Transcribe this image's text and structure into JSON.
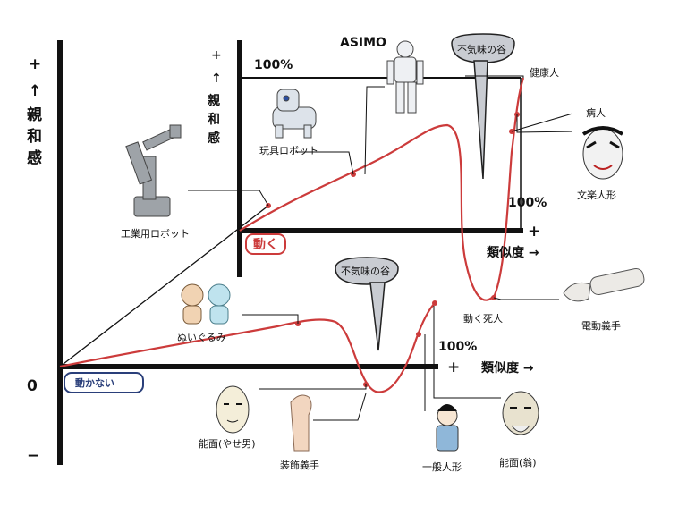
{
  "outer": {
    "y_plus": "+",
    "y_arrow": "↑",
    "y_label_chars": [
      "親",
      "和",
      "感"
    ],
    "origin": "0",
    "y_minus": "−",
    "x_plus": "+",
    "x_label": "類似度 →",
    "x_100": "100%",
    "static_tag": "動かない",
    "valley": "不気味の谷"
  },
  "inner": {
    "y_plus": "+",
    "y_arrow": "↑",
    "y_label_chars": [
      "親",
      "和",
      "感"
    ],
    "y_100": "100%",
    "x_plus": "+",
    "x_label": "類似度 →",
    "x_100": "100%",
    "moving_tag": "動く",
    "valley": "不気味の谷"
  },
  "labels": {
    "asimo": "ASIMO",
    "healthy": "健康人",
    "sick": "病人",
    "bunraku": "文楽人形",
    "toy_robot": "玩具ロボット",
    "industrial_robot": "工業用ロボット",
    "moving_corpse": "動く死人",
    "electric_hand": "電動義手",
    "stuffed_toy": "ぬいぐるみ",
    "noh_yase": "能面(やせ男)",
    "prosthetic_hand": "装飾義手",
    "doll": "一般人形",
    "noh_okina": "能面(翁)"
  },
  "colors": {
    "curve": "#cc3b3b",
    "axis": "#111111",
    "moving_border": "#cc3b3b",
    "static_border": "#2a3f7a",
    "bubble": "#c9ccd2"
  }
}
